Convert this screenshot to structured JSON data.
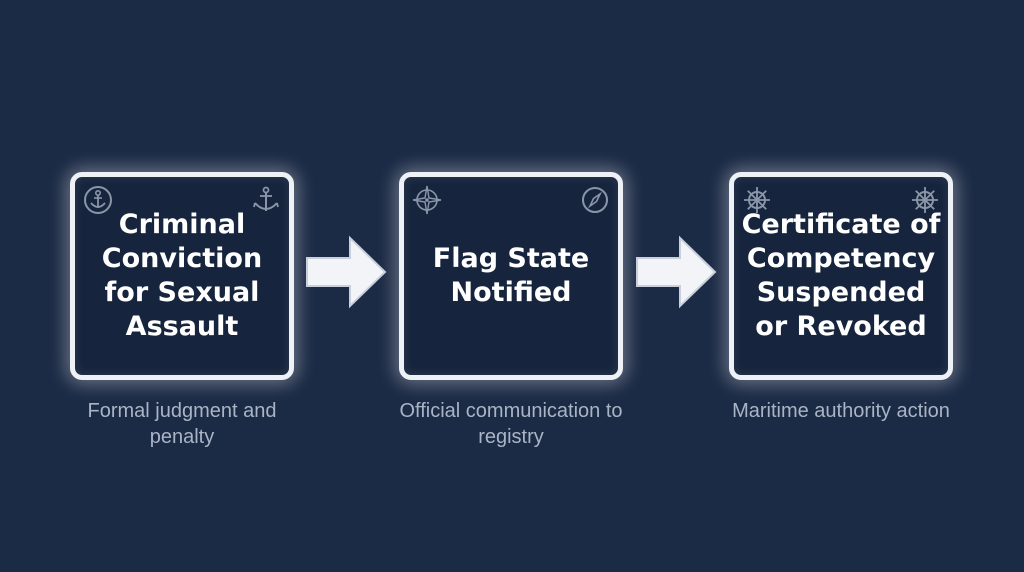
{
  "steps": [
    {
      "title": "Criminal Conviction for Sexual Assault",
      "caption": "Formal judgment and penalty",
      "icons": [
        "anchor-medallion-icon",
        "anchor-icon"
      ]
    },
    {
      "title": "Flag State Notified",
      "caption": "Official communication to registry",
      "icons": [
        "compass-rose-icon",
        "compass-icon"
      ]
    },
    {
      "title": "Certificate of Competency Suspended or Revoked",
      "caption": "Maritime authority action",
      "icons": [
        "ship-wheel-icon",
        "ship-wheel-icon"
      ]
    }
  ],
  "colors": {
    "background": "#1b2a45",
    "box_border": "#eef2f7",
    "title_text": "#ffffff",
    "caption_text": "#a9b4c4",
    "arrow_fill": "#f2f4f8"
  }
}
